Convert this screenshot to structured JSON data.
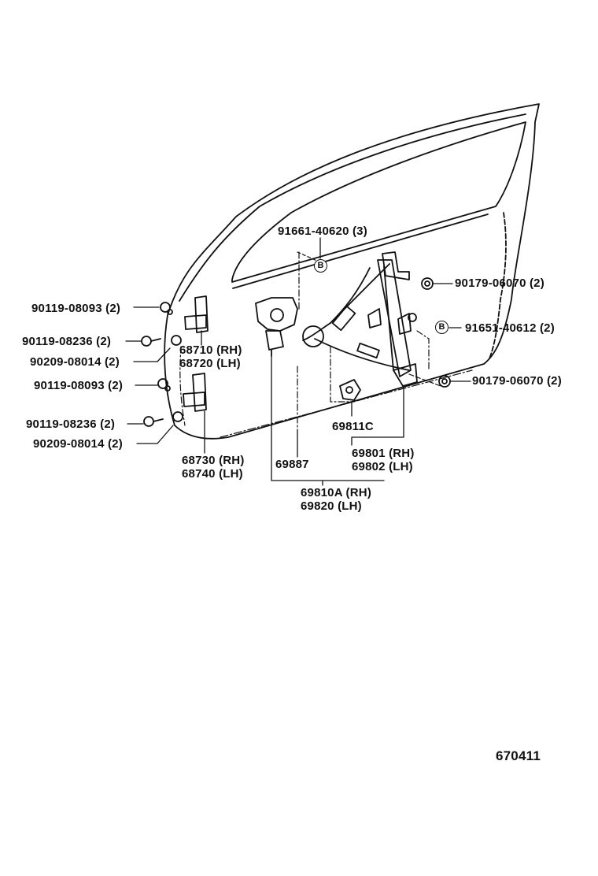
{
  "labels": {
    "top_bolt": "91661-40620 (3)",
    "right_nut_top": "90179-06070 (2)",
    "right_bolt": "91651-40612 (2)",
    "right_nut_bottom": "90179-06070 (2)",
    "left_bolt_1": "90119-08093 (2)",
    "left_screw_1": "90119-08236 (2)",
    "left_washer_1": "90209-08014 (2)",
    "left_bolt_2": "90119-08093 (2)",
    "left_screw_2": "90119-08236 (2)",
    "left_washer_2": "90209-08014 (2)",
    "upper_hinge_rh": "68710 (RH)",
    "upper_hinge_lh": "68720 (LH)",
    "lower_hinge_rh": "68730 (RH)",
    "lower_hinge_lh": "68740 (LH)",
    "regulator_motor": "69811C",
    "regulator_assy_rh": "69801 (RH)",
    "regulator_assy_lh": "69802 (LH)",
    "regulator_cable": "69887",
    "regulator_kit_rh": "69810A (RH)",
    "regulator_kit_lh": "69820   (LH)"
  },
  "symbol_b": "B",
  "reference_number": "670411"
}
